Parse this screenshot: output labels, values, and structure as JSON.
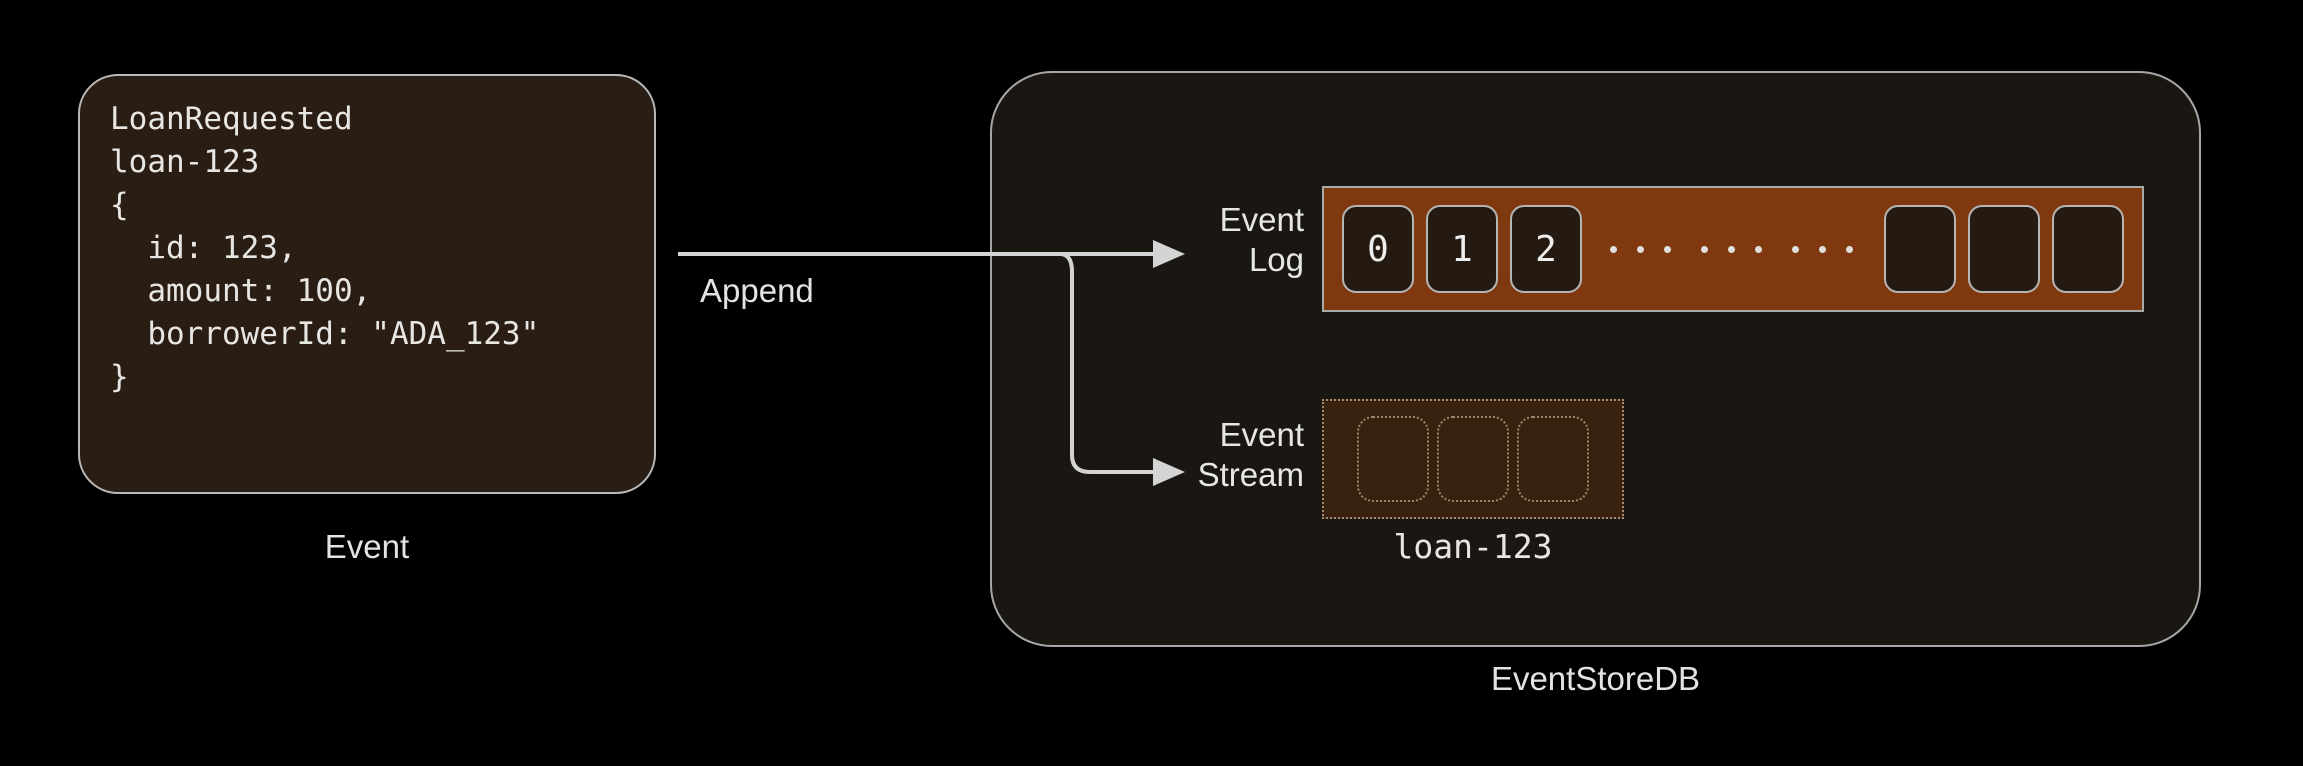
{
  "diagram": {
    "title": "EventStoreDB Append",
    "background_color": "#000000"
  },
  "event_card": {
    "name": "Event",
    "label": "Event",
    "code": "LoanRequested\nloan-123\n{\n  id: 123,\n  amount: 100,\n  borrowerId: \"ADA_123\"\n}",
    "event_type": "LoanRequested",
    "stream_id": "loan-123",
    "payload": {
      "id": "123",
      "amount": "100",
      "borrowerId": "\"ADA_123\""
    },
    "fill_color": "#2a1d13",
    "border_color": "#b9b9b9"
  },
  "arrow": {
    "label": "Append",
    "color": "#d8d8d8",
    "targets": [
      "Event Log",
      "Event Stream"
    ]
  },
  "store": {
    "label": "EventStoreDB",
    "fill_color": "#1a1713",
    "border_color": "#a6a6a6"
  },
  "event_log": {
    "label_line1": "Event",
    "label_line2": "Log",
    "band_color": "#80390f",
    "cells": [
      "0",
      "1",
      "2"
    ],
    "ellipsis_groups": 3,
    "dots_per_group": 3,
    "empty_cells": 3
  },
  "event_stream": {
    "label_line1": "Event",
    "label_line2": "Stream",
    "band_color": "#38220f",
    "stream_name": "loan-123",
    "empty_cells": 3
  }
}
